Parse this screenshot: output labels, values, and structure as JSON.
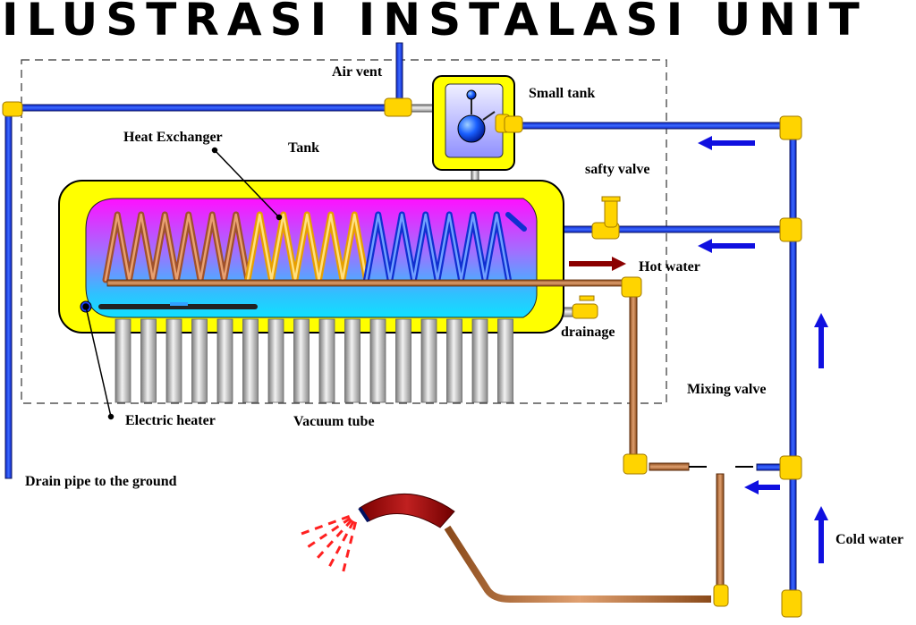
{
  "title": "ILUSTRASI INSTALASI UNIT",
  "labels": {
    "air_vent": "Air vent",
    "small_tank": "Small tank",
    "heat_exchanger": "Heat Exchanger",
    "tank": "Tank",
    "safety_valve": "safty valve",
    "hot_water": "Hot water",
    "drainage": "drainage",
    "mixing_valve": "Mixing valve",
    "electric_heater": "Electric heater",
    "vacuum_tube": "Vacuum tube",
    "drain_pipe": "Drain pipe to the ground",
    "cold_water": "Cold water"
  },
  "colors": {
    "cold_pipe": "#1f3fff",
    "hot_pipe": "#c07030",
    "fitting": "#ffd400",
    "tank_body": "#ffff00",
    "arrow_cold": "#1010e0",
    "arrow_hot": "#8b0000",
    "spray": "#ff2020",
    "vacuum_tube": "#b0b0b0"
  }
}
